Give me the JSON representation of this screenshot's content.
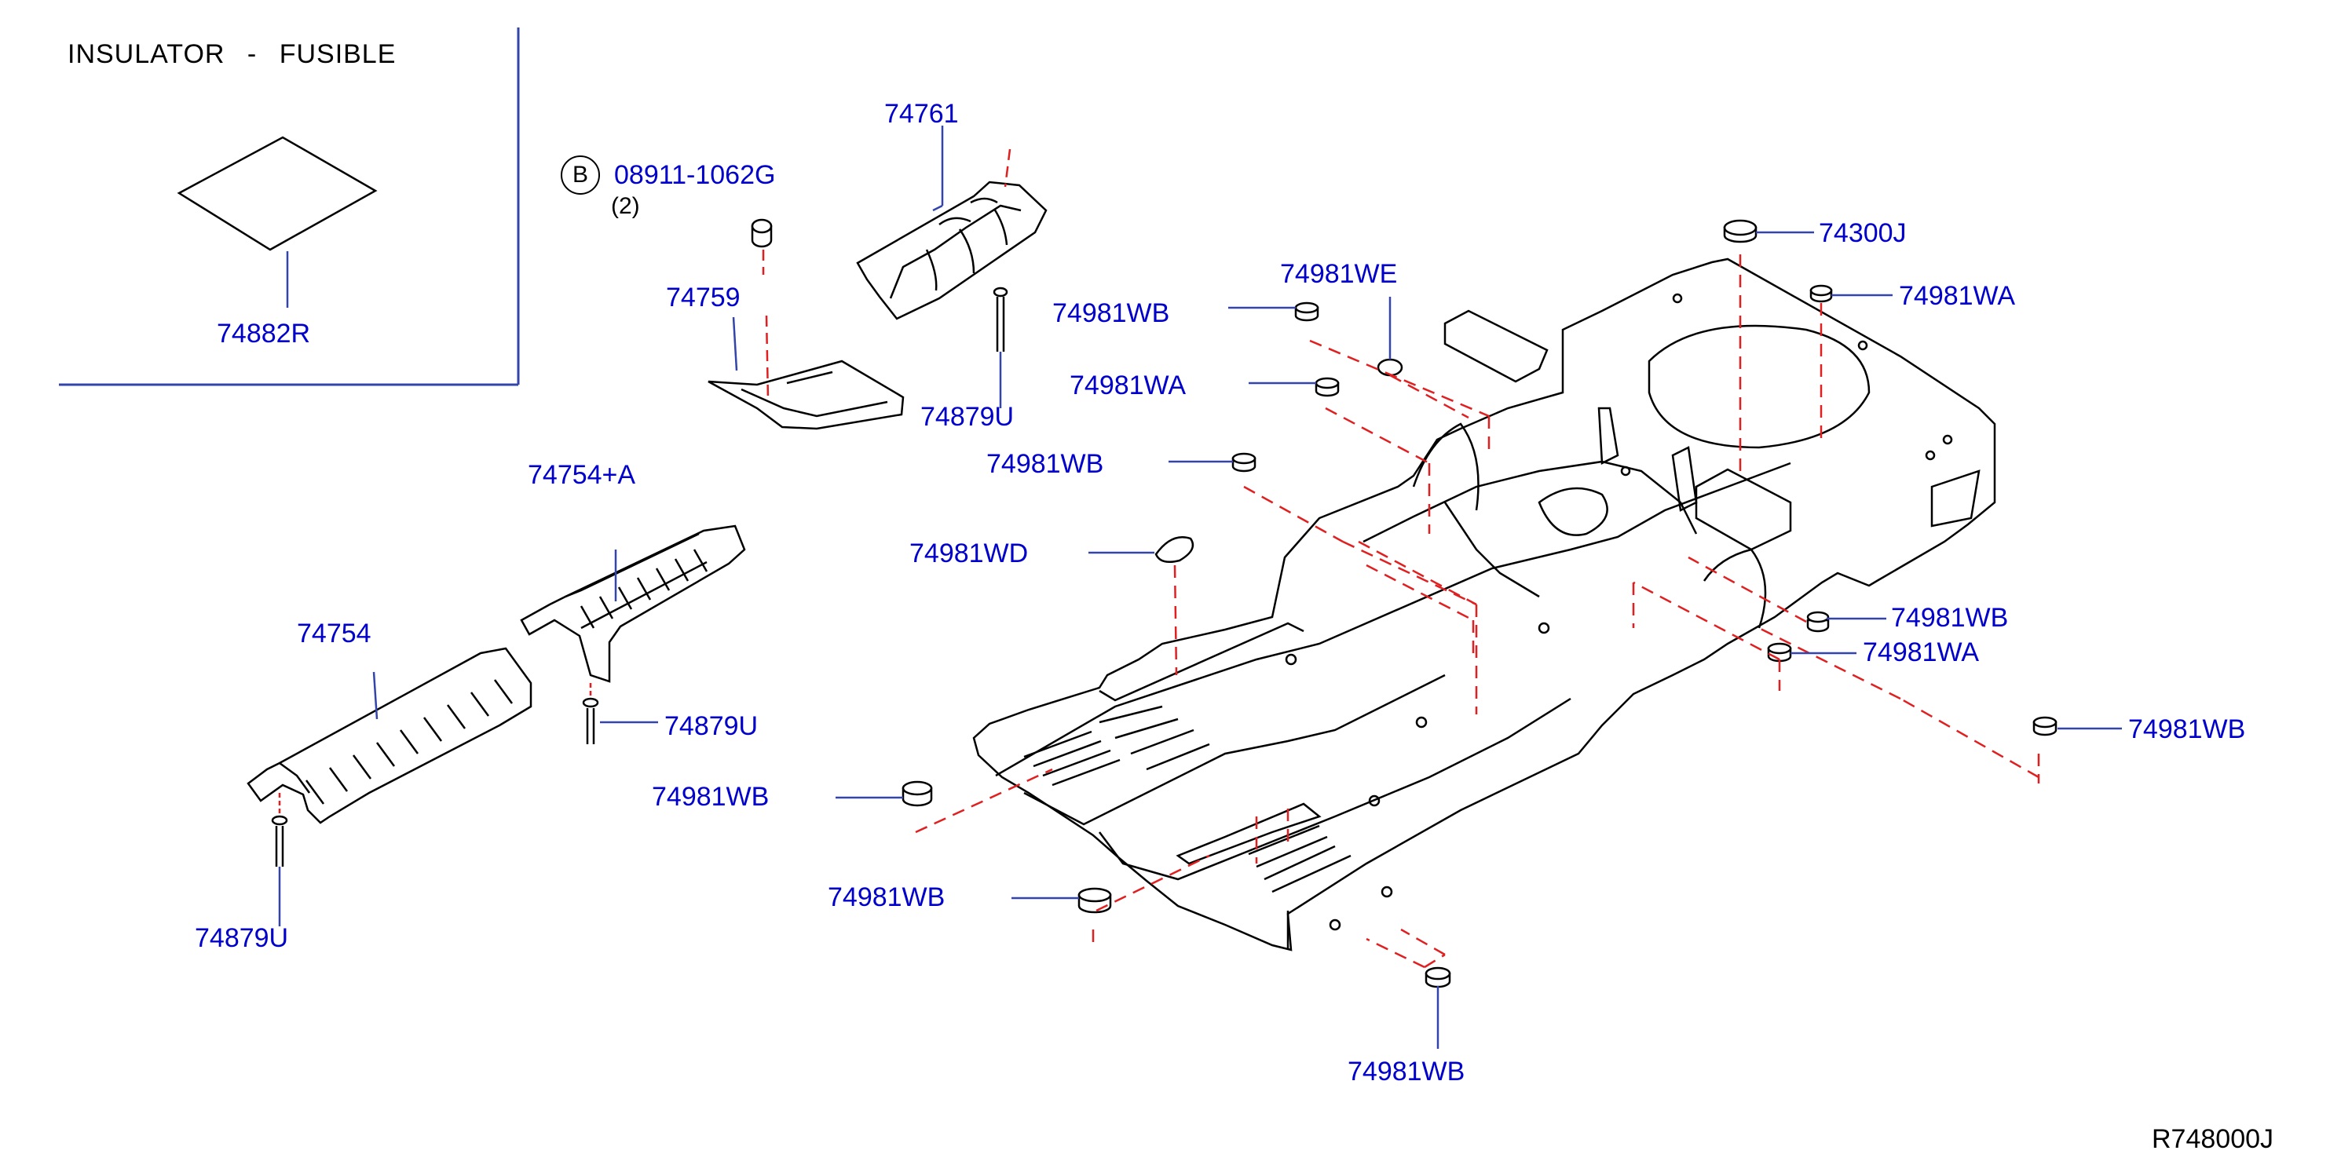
{
  "colors": {
    "label": "#0000cc",
    "ink": "#000000",
    "leader": "#3333aa",
    "dash": "#e02020"
  },
  "inset": {
    "title_left": "INSULATOR",
    "title_sep": "-",
    "title_right": "FUSIBLE",
    "part": "74882R"
  },
  "bolt_callout": {
    "symbol": "B",
    "part": "08911-1062G",
    "qty": "(2)"
  },
  "labels": {
    "p74761": "74761",
    "p74759": "74759",
    "p74879U_a": "74879U",
    "p74754A": "74754+A",
    "p74754": "74754",
    "p74879U_b": "74879U",
    "p74879U_c": "74879U",
    "p74300J": "74300J",
    "p74981WE": "74981WE",
    "p74981WB_1": "74981WB",
    "p74981WA_1": "74981WA",
    "p74981WA_2": "74981WA",
    "p74981WB_2": "74981WB",
    "p74981WD": "74981WD",
    "p74981WB_3": "74981WB",
    "p74981WA_3": "74981WA",
    "p74981WB_4": "74981WB",
    "p74981WB_5": "74981WB",
    "p74981WB_6": "74981WB",
    "p74981WB_7": "74981WB"
  },
  "reference": "R748000J"
}
